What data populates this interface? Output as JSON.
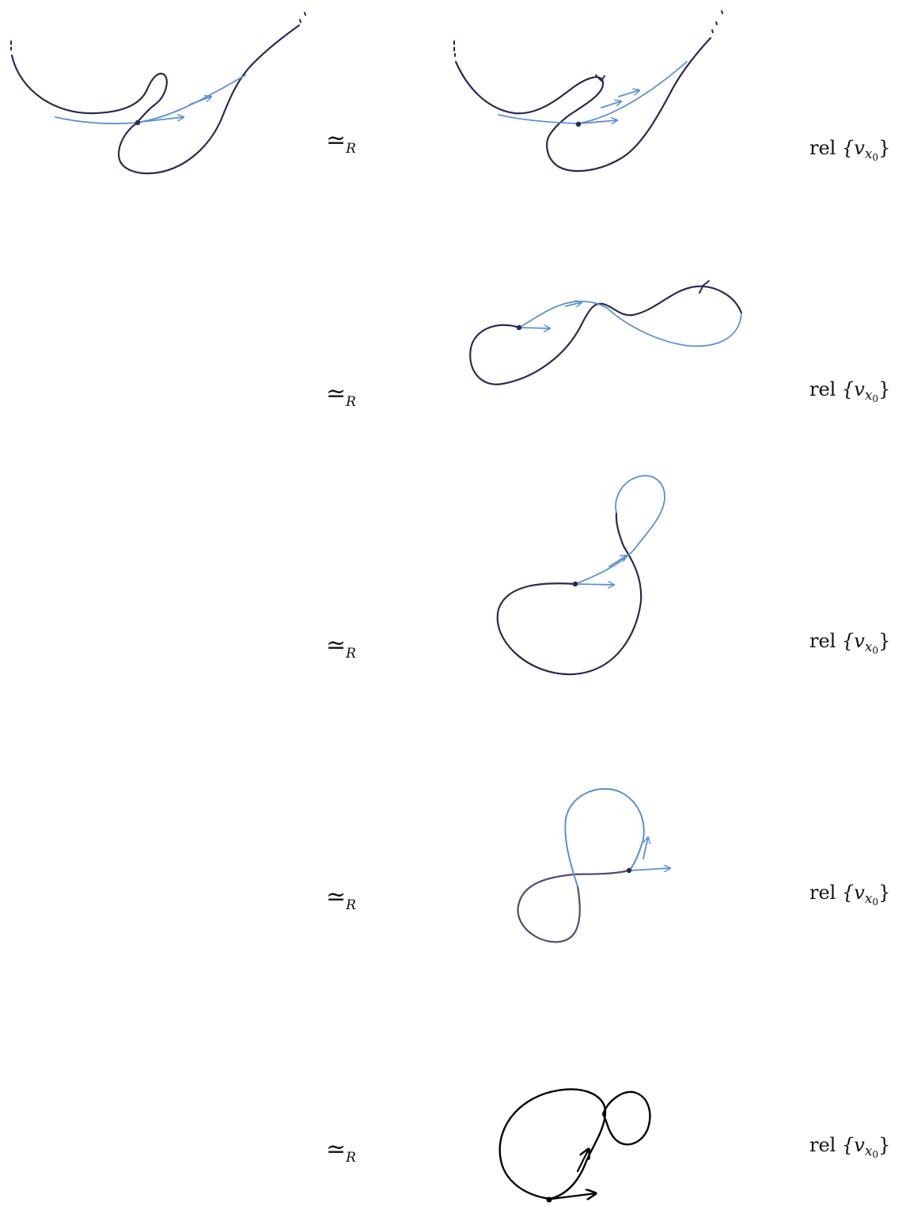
{
  "relation_symbol": "≃",
  "relation_subscript": "R",
  "rel_text": "rel",
  "rel_set": "{v",
  "rel_sub": "x",
  "rel_subsub": "0",
  "rel_close": "}",
  "colors": {
    "dark_curve": "#2a2a55",
    "light_curve": "#5b8fd6",
    "black_curve": "#000000",
    "text": "#111111"
  }
}
